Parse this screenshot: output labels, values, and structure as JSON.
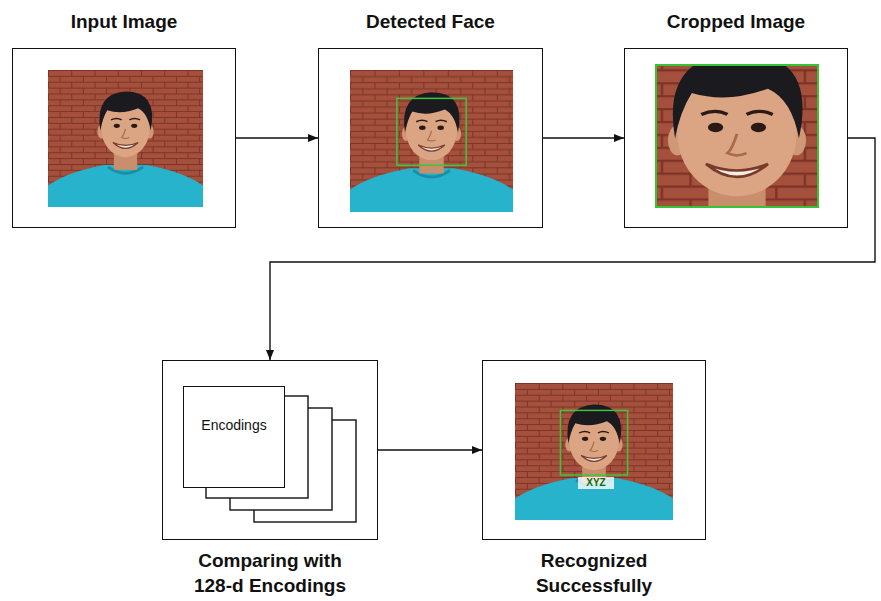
{
  "diagram": {
    "nodes": [
      {
        "text": [
          "Input Image"
        ]
      },
      {
        "text": [
          "Detected Face"
        ]
      },
      {
        "text": [
          "Cropped Image"
        ]
      },
      {
        "text": [
          "Comparing with 128-d Encodings"
        ]
      },
      {
        "text": [
          "Encodings"
        ],
        "in": 3
      },
      {
        "text": [
          "Recognized Successfully"
        ]
      }
    ],
    "edges": [
      {
        "from": 0,
        "to": 1,
        "arrow": "to"
      },
      {
        "from": 1,
        "to": 2,
        "arrow": "to"
      },
      {
        "from": 2,
        "to": 3,
        "arrow": "to"
      },
      {
        "from": 3,
        "to": 5,
        "arrow": "to"
      }
    ],
    "labels": [
      "XYZ"
    ]
  }
}
